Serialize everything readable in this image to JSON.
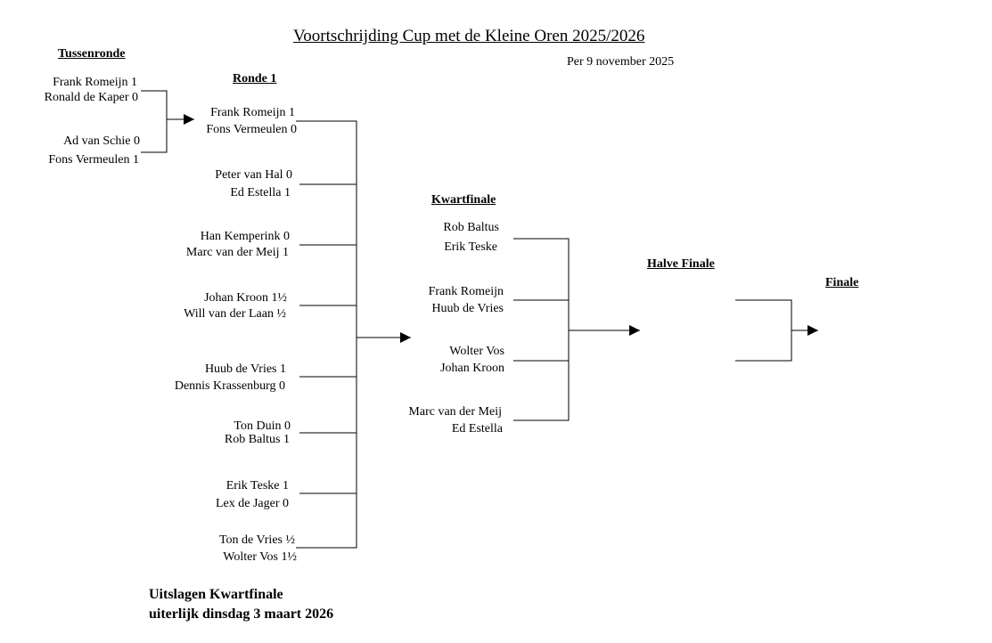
{
  "title": "Voortschrijding Cup met de Kleine Oren 2025/2026",
  "date": "Per 9 november 2025",
  "rounds": {
    "tussenronde": "Tussenronde",
    "ronde1": "Ronde 1",
    "kwartfinale": "Kwartfinale",
    "halve_finale": "Halve Finale",
    "finale": "Finale"
  },
  "tussenronde": [
    "Frank Romeijn 1",
    "Ronald de Kaper 0",
    "Ad van Schie 0",
    "Fons Vermeulen 1"
  ],
  "ronde1": [
    "Frank Romeijn 1",
    "Fons Vermeulen 0",
    "Peter van Hal 0",
    "Ed Estella 1",
    "Han Kemperink 0",
    "Marc van der Meij 1",
    "Johan Kroon 1½",
    "Will van der Laan ½",
    "Huub de Vries 1",
    "Dennis Krassenburg 0",
    "Ton Duin 0",
    "Rob Baltus 1",
    "Erik Teske 1",
    "Lex de Jager 0",
    "Ton de Vries  ½",
    "Wolter Vos  1½"
  ],
  "kwartfinale": [
    "Rob Baltus",
    "Erik Teske",
    "Frank Romeijn",
    "Huub de Vries",
    "Wolter Vos",
    "Johan Kroon",
    "Marc van der Meij",
    "Ed Estella"
  ],
  "note": {
    "line1": "Uitslagen Kwartfinale",
    "line2": "uiterlijk dinsdag 3 maart 2026"
  }
}
